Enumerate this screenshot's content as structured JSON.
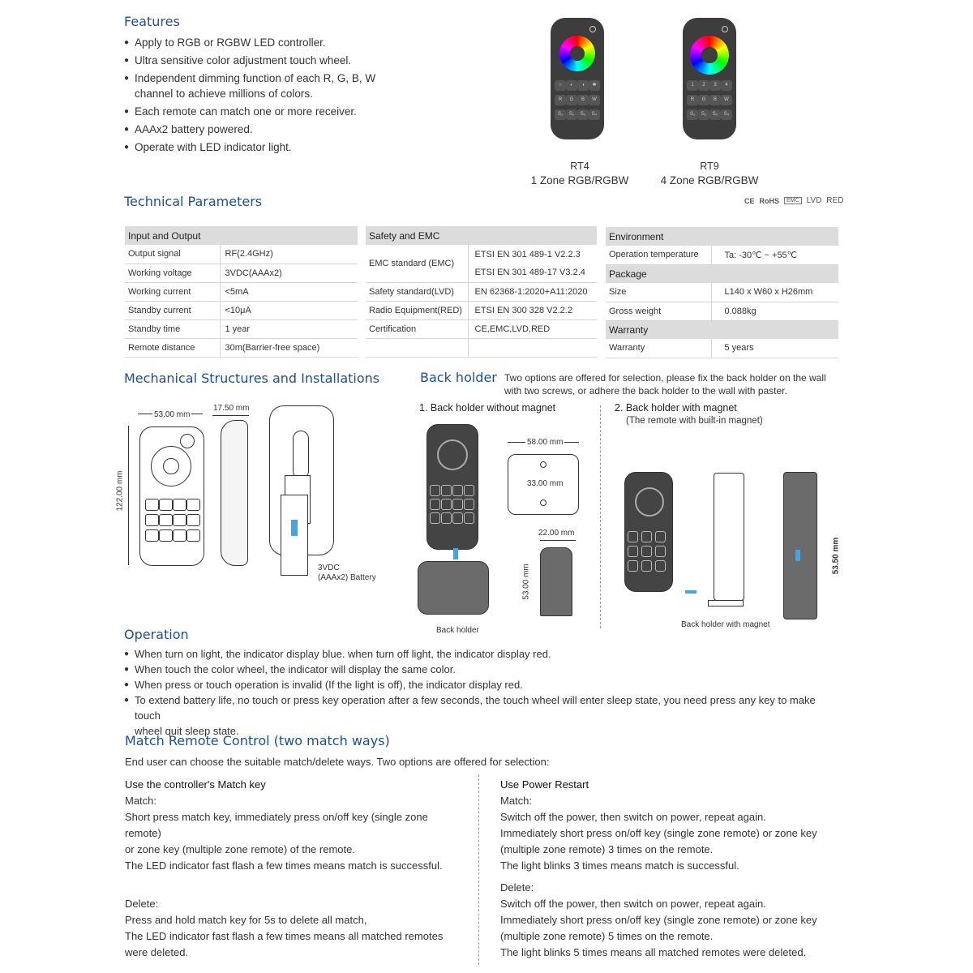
{
  "features": {
    "title": "Features",
    "items": [
      "Apply to RGB or RGBW LED controller.",
      "Ultra sensitive color adjustment touch wheel.",
      "Independent dimming function of each R, G, B, W",
      "Each remote can match one or more receiver.",
      "AAAx2 battery powered.",
      "Operate with LED indicator light."
    ],
    "item3_cont": "channel to achieve millions of colors."
  },
  "products": [
    {
      "model": "RT4",
      "desc": "1 Zone RGB/RGBW",
      "keys": [
        "○",
        "◐",
        "◑",
        "✱",
        "R",
        "G",
        "B",
        "W",
        "S₁",
        "S₂",
        "S₃",
        "S₄"
      ]
    },
    {
      "model": "RT9",
      "desc": "4 Zone RGB/RGBW",
      "keys": [
        "1",
        "2",
        "3",
        "4",
        "R",
        "G",
        "B",
        "W",
        "S₁",
        "S₂",
        "S₃",
        "S₄"
      ]
    }
  ],
  "certs": [
    "CE",
    "RoHS",
    "EMC",
    "LVD",
    "RED"
  ],
  "tech": {
    "title": "Technical Parameters",
    "io": {
      "header": "Input and Output",
      "rows": [
        [
          "Output signal",
          "RF(2.4GHz)"
        ],
        [
          "Working voltage",
          "3VDC(AAAx2)"
        ],
        [
          "Working current",
          "<5mA"
        ],
        [
          "Standby current",
          "<10μA"
        ],
        [
          "Standby time",
          "1 year"
        ],
        [
          "Remote distance",
          "30m(Barrier-free space)"
        ]
      ]
    },
    "safety": {
      "header": "Safety and EMC",
      "emc_label": "EMC standard (EMC)",
      "emc_values": [
        "ETSI EN 301 489-1 V2.2.3",
        "ETSI EN 301 489-17 V3.2.4"
      ],
      "rows": [
        [
          "Safety standard(LVD)",
          "EN 62368-1:2020+A11:2020"
        ],
        [
          "Radio Equipment(RED)",
          "ETSI EN 300 328 V2.2.2"
        ],
        [
          "Certification",
          "CE,EMC,LVD,RED"
        ]
      ]
    },
    "env": {
      "header": "Environment",
      "rows": [
        [
          "Operation temperature",
          "Ta: -30℃ ~ +55℃"
        ]
      ],
      "pkg_header": "Package",
      "pkg_rows": [
        [
          "Size",
          "L140 x W60 x H26mm"
        ],
        [
          "Gross weight",
          "0.088kg"
        ]
      ],
      "war_header": "Warranty",
      "war_rows": [
        [
          "Warranty",
          "5 years"
        ]
      ]
    }
  },
  "mech": {
    "title": "Mechanical Structures and Installations",
    "dims": {
      "w": "53.00 mm",
      "t": "17.50 mm",
      "h": "122.00 mm"
    },
    "battery": [
      "3VDC",
      "(AAAx2) Battery"
    ]
  },
  "backholder": {
    "title": "Back holder",
    "desc1": "Two options are offered for selection, please fix the back holder on the wall",
    "desc2": "with two screws, or adhere the back holder to the wall with paster.",
    "opt1": "1. Back holder without magnet",
    "opt2": "2. Back holder with magnet",
    "opt2_sub": "(The remote with built-in magnet)",
    "dims": {
      "w": "58.00 mm",
      "h": "33.00 mm",
      "d": "22.00 mm",
      "h2": "53.00 mm",
      "m": "53.50 mm"
    },
    "cap1": "Back holder",
    "cap2": "Back holder with magnet"
  },
  "operation": {
    "title": "Operation",
    "items": [
      "When turn on light, the indicator display blue. when turn off light, the indicator display red.",
      "When touch the color wheel, the indicator will display the same color.",
      "When press or touch operation is invalid (If the light is off), the indicator display red.",
      "To extend battery life, no touch or press key operation after a few seconds, the touch wheel will enter sleep state, you need press any key to make touch"
    ],
    "item4_cont": "wheel quit sleep state."
  },
  "match": {
    "title": "Match Remote Control (two match ways)",
    "intro": "End user can choose the suitable match/delete ways. Two options are offered for selection:",
    "left": {
      "title": "Use the controller's Match key",
      "match_label": "Match:",
      "match_lines": [
        "Short press match key, immediately press on/off key (single zone remote)",
        "or zone key (multiple zone remote) of the remote.",
        "The LED indicator fast flash a few times means match is successful."
      ],
      "delete_label": "Delete:",
      "delete_lines": [
        "Press and hold match key for 5s to delete all match,",
        "The LED indicator fast flash a few times means all matched remotes",
        "were deleted."
      ]
    },
    "right": {
      "title": "Use Power Restart",
      "match_label": "Match:",
      "match_lines": [
        "Switch off the power, then switch on power, repeat again.",
        "Immediately short press on/off key (single zone remote) or zone key",
        "(multiple zone remote) 3 times on the remote.",
        "The light blinks 3 times means match is successful."
      ],
      "delete_label": "Delete:",
      "delete_lines": [
        "Switch off the power, then switch on power, repeat again.",
        "Immediately short press on/off key (single zone remote) or zone key",
        "(multiple zone remote) 5 times on the remote.",
        "The light blinks 5 times means all matched remotes were deleted."
      ]
    }
  },
  "colors": {
    "heading": "#1d4f91",
    "table_header": "#dcdcdc",
    "remote_body": "#3d3d3d"
  }
}
